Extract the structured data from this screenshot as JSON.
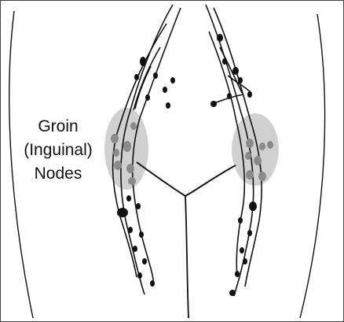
{
  "label": {
    "line1": "Groin",
    "line2": "(Inguinal)",
    "line3": "Nodes"
  },
  "colors": {
    "background": "#ffffff",
    "ink": "#111111",
    "highlight": "#c8c8c8",
    "highlighted_node": "#8a8a8a"
  }
}
